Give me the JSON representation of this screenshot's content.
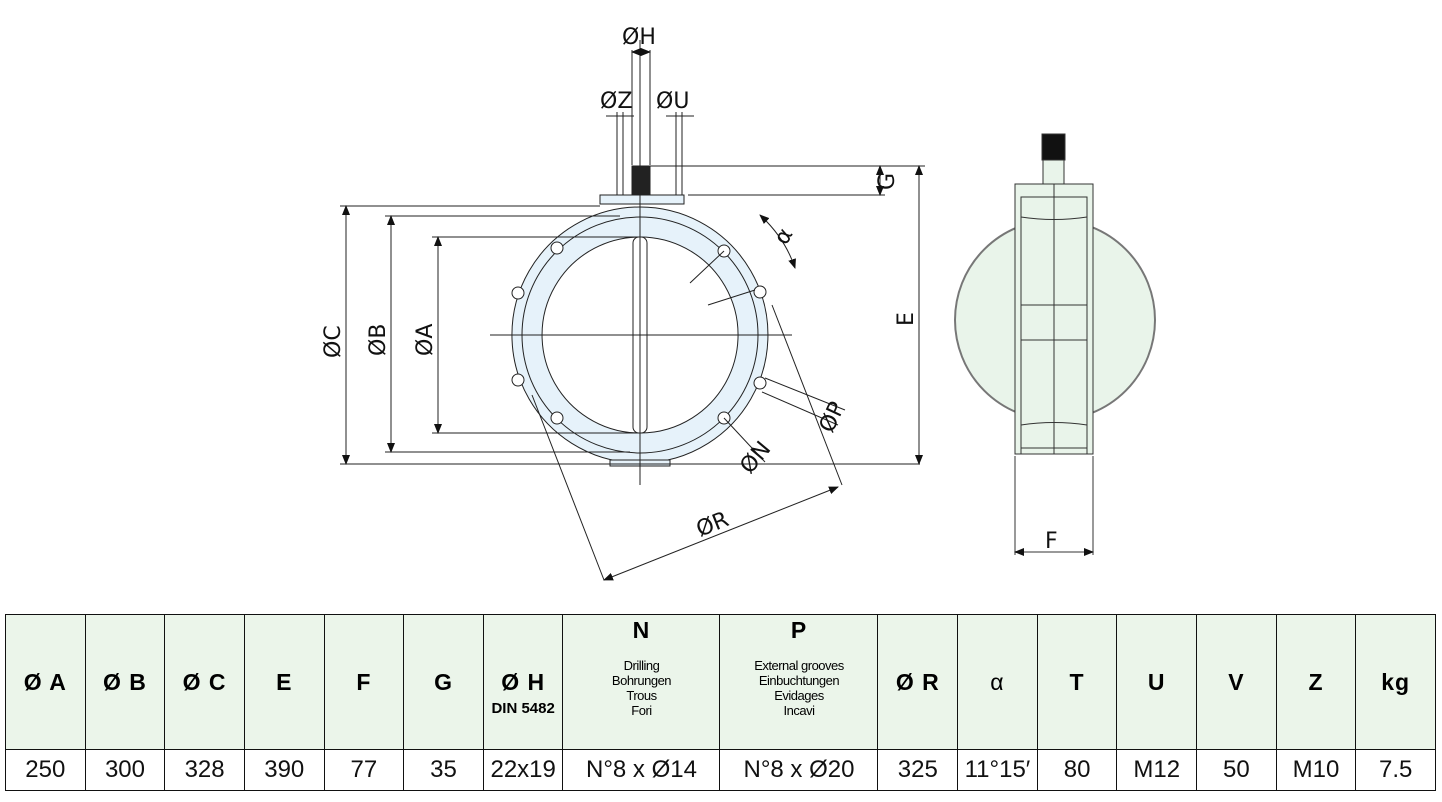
{
  "drawing": {
    "labels": {
      "H": "ØH",
      "Z": "ØZ",
      "U": "ØU",
      "G": "G",
      "E": "E",
      "C": "ØC",
      "B": "ØB",
      "A": "ØA",
      "alpha": "α",
      "P": "ØP",
      "N": "ØN",
      "R": "ØR",
      "F": "F"
    },
    "colors": {
      "body_fill": "#e6f2fa",
      "side_fill": "#e9f4ea",
      "cap": "#111111"
    }
  },
  "table": {
    "headers": [
      {
        "label": "Ø A"
      },
      {
        "label": "Ø B"
      },
      {
        "label": "Ø C"
      },
      {
        "label": "E"
      },
      {
        "label": "F"
      },
      {
        "label": "G"
      },
      {
        "label": "Ø H",
        "sub": "DIN 5482"
      },
      {
        "label": "N",
        "desc": [
          "Drilling",
          "Bohrungen",
          "Trous",
          "Fori"
        ]
      },
      {
        "label": "P",
        "desc": [
          "External grooves",
          "Einbuchtungen",
          "Evidages",
          "Incavi"
        ]
      },
      {
        "label": "Ø R"
      },
      {
        "label": "α"
      },
      {
        "label": "T"
      },
      {
        "label": "U"
      },
      {
        "label": "V"
      },
      {
        "label": "Z"
      },
      {
        "label": "kg"
      }
    ],
    "values": [
      "250",
      "300",
      "328",
      "390",
      "77",
      "35",
      "22x19",
      "N°8 x Ø14",
      "N°8 x Ø20",
      "325",
      "11°15′",
      "80",
      "M12",
      "50",
      "M10",
      "7.5"
    ]
  }
}
